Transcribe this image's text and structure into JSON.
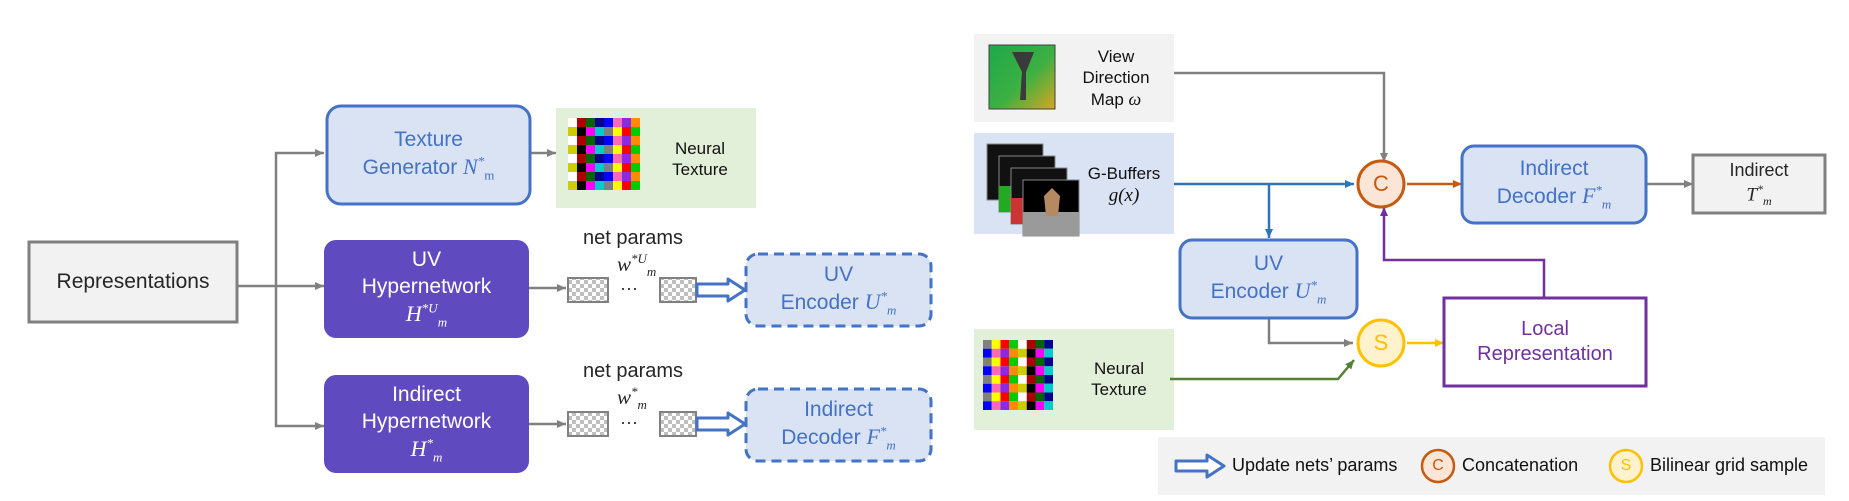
{
  "left": {
    "representations": "Representations",
    "texture_generator": {
      "line1": "Texture",
      "line2": "Generator",
      "symbol": "N",
      "sub": "m",
      "sup": "*"
    },
    "neural_texture_label": {
      "line1": "Neural",
      "line2": "Texture"
    },
    "uv_hyper": {
      "line1": "UV",
      "line2": "Hypernetwork",
      "symbol": "H",
      "sub": "m",
      "sup": "*U"
    },
    "indirect_hyper": {
      "line1": "Indirect",
      "line2": "Hypernetwork",
      "symbol": "H",
      "sub": "m",
      "sup": "*"
    },
    "net_params_1": {
      "label": "net params",
      "symbol": "w",
      "sub": "m",
      "sup": "*U",
      "dots": "···"
    },
    "net_params_2": {
      "label": "net params",
      "symbol": "w",
      "sub": "m",
      "sup": "*",
      "dots": "···"
    },
    "uv_encoder": {
      "line1": "UV",
      "line2": "Encoder",
      "symbol": "U",
      "sub": "m",
      "sup": "*"
    },
    "indirect_decoder": {
      "line1": "Indirect",
      "line2": "Decoder",
      "symbol": "F",
      "sub": "m",
      "sup": "*"
    }
  },
  "right": {
    "view_dir": {
      "line1": "View",
      "line2": "Direction",
      "line3": "Map",
      "symbol": "ω"
    },
    "gbuffers": {
      "line1": "G-Buffers",
      "formula": "g(x)"
    },
    "concat_symbol": "C",
    "sample_symbol": "S",
    "indirect_decoder": {
      "line1": "Indirect",
      "line2": "Decoder",
      "symbol": "F",
      "sub": "m",
      "sup": "*"
    },
    "indirect_out": {
      "line1": "Indirect",
      "symbol": "T",
      "sub": "m",
      "sup": "*"
    },
    "uv_encoder": {
      "line1": "UV",
      "line2": "Encoder",
      "symbol": "U",
      "sub": "m",
      "sup": "*"
    },
    "local_rep": {
      "line1": "Local",
      "line2": "Representation"
    },
    "neural_texture": {
      "line1": "Neural",
      "line2": "Texture"
    }
  },
  "legend": {
    "update": "Update nets’ params",
    "concat_symbol": "C",
    "concat": "Concatenation",
    "sample_symbol": "S",
    "sample": "Bilinear grid sample"
  },
  "colors": {
    "blue_fill": "#dae3f3",
    "blue_stroke": "#4472c4",
    "purple": "#604ac0",
    "purple_stroke": "#7030a0",
    "orange": "#c55a11",
    "yellow": "#ffc000",
    "green": "#548235",
    "gray": "#808080",
    "green_bg": "#e2f0d9"
  }
}
